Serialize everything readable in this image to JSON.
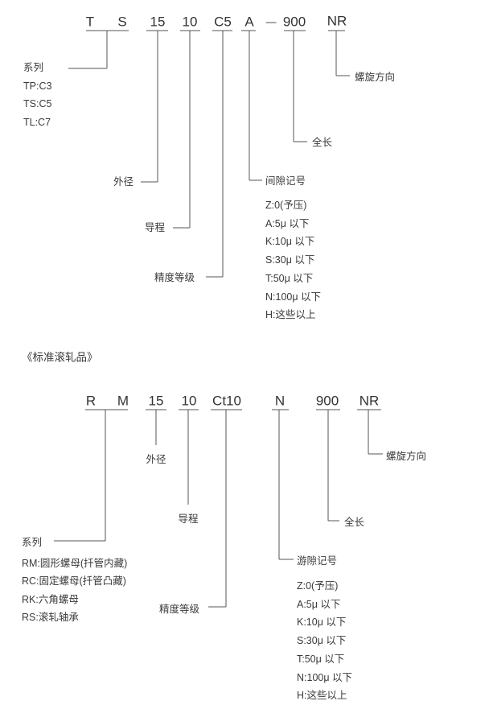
{
  "top": {
    "codes": [
      "T",
      "S",
      "15",
      "10",
      "C5",
      "A",
      "—",
      "900",
      "NR"
    ],
    "series_label": "系列",
    "series_options": [
      "TP:C3",
      "TS:C5",
      "TL:C7"
    ],
    "outer_diameter": "外径",
    "lead": "导程",
    "accuracy_grade": "精度等级",
    "clearance_label": "间隙记号",
    "clearance_options": [
      "Z:0(予压)",
      "A:5μ 以下",
      "K:10μ 以下",
      "S:30μ 以下",
      "T:50μ 以下",
      "N:100μ 以下",
      "H:这些以上"
    ],
    "total_length": "全长",
    "thread_direction": "螺旋方向"
  },
  "bottom": {
    "title": "《标准滚轧品》",
    "codes": [
      "R",
      "M",
      "15",
      "10",
      "Ct10",
      "N",
      "900",
      "NR"
    ],
    "series_label": "系列",
    "series_options": [
      "RM:圆形螺母(扦管内藏)",
      "RC:固定螺母(扦管凸藏)",
      "RK:六角螺母",
      "RS:滚轧轴承"
    ],
    "outer_diameter": "外径",
    "lead": "导程",
    "accuracy_grade": "精度等级",
    "clearance_label": "游隙记号",
    "clearance_options": [
      "Z:0(予压)",
      "A:5μ 以下",
      "K:10μ 以下",
      "S:30μ 以下",
      "T:50μ 以下",
      "N:100μ 以下",
      "H:这些以上"
    ],
    "total_length": "全长",
    "thread_direction": "螺旋方向"
  }
}
